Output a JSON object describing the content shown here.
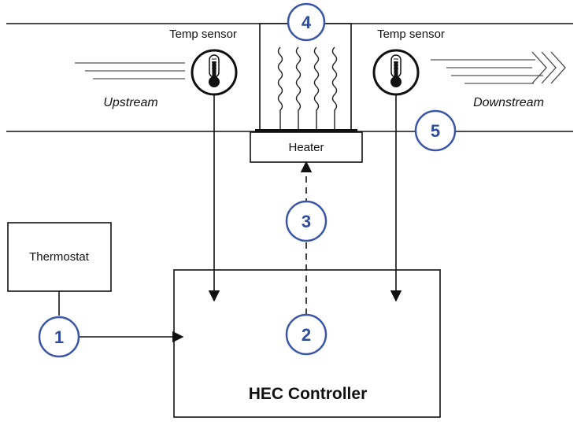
{
  "labels": {
    "temp_sensor_left": "Temp sensor",
    "temp_sensor_right": "Temp sensor",
    "upstream": "Upstream",
    "downstream": "Downstream",
    "heater": "Heater",
    "thermostat": "Thermostat",
    "controller": "HEC Controller"
  },
  "markers": {
    "m1": "1",
    "m2": "2",
    "m3": "3",
    "m4": "4",
    "m5": "5"
  },
  "colors": {
    "line": "#111111",
    "marker_stroke": "#3a56a6",
    "marker_text": "#2f4c9b"
  },
  "icons": {
    "left_sensor": "thermometer-icon",
    "right_sensor": "thermometer-icon",
    "heater_coils": "heating-coil-icon"
  }
}
